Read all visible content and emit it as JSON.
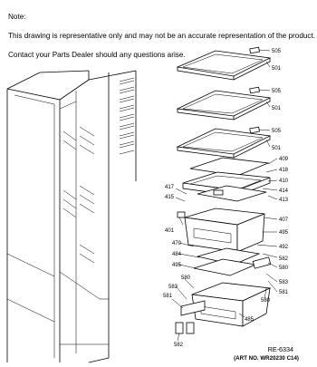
{
  "note": {
    "title": "Note:",
    "line1": "This drawing is representative only and may not be an accurate representation of the product.",
    "line2": "Contact your Parts Dealer should any questions arise."
  },
  "part_labels": {
    "p505_a": "505",
    "p501_a": "501",
    "p505_b": "505",
    "p501_b": "501",
    "p505_c": "505",
    "p501_c": "501",
    "p409": "409",
    "p418": "418",
    "p410": "410",
    "p414": "414",
    "p413": "413",
    "p417": "417",
    "p415": "415",
    "p407": "407",
    "p401": "401",
    "p495_a": "495",
    "p470": "470",
    "p484": "484",
    "p492": "492",
    "p495_b": "495",
    "p582_a": "582",
    "p580_a": "580",
    "p583_a": "583",
    "p581_a": "581",
    "p580_b": "580",
    "p583_b": "583",
    "p581_b": "581",
    "p485": "485",
    "p582_b": "582"
  },
  "footer": {
    "ref_code": "RE-6334",
    "art_no": "(ART NO. WR20230 C14)"
  }
}
